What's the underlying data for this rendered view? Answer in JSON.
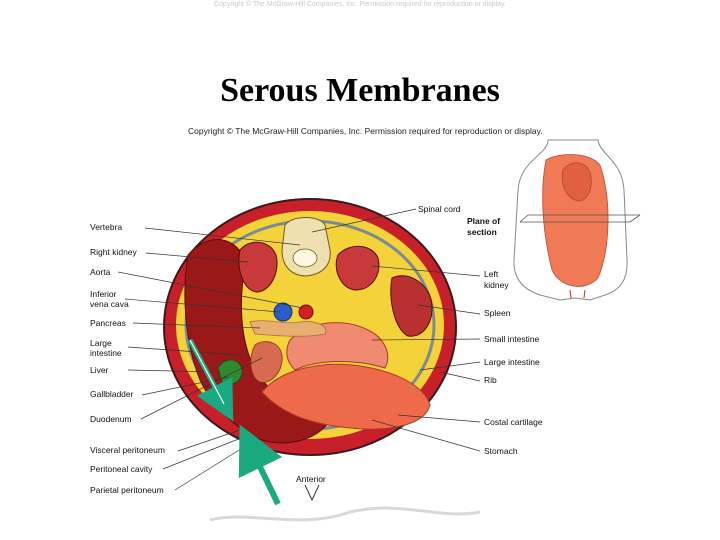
{
  "header": {
    "copyright_top": "Copyright © The McGraw-Hill Companies, Inc. Permission required for reproduction or display.",
    "title": "Serous Membranes",
    "copyright_figure": "Copyright © The McGraw-Hill Companies, Inc. Permission required for reproduction or display."
  },
  "labels_left": [
    "Vertebra",
    "Right kidney",
    "Aorta",
    "Inferior",
    "vena cava",
    "Pancreas",
    "Large",
    "intestine",
    "Liver",
    "Gallbladder",
    "Duodenum",
    "Visceral peritoneum",
    "Peritoneal cavity",
    "Parietal peritoneum"
  ],
  "labels_right": [
    "Spinal cord",
    "Plane of",
    "section",
    "Left",
    "kidney",
    "Spleen",
    "Small intestine",
    "Large intestine",
    "Rib",
    "Costal cartilage",
    "Stomach"
  ],
  "labels_bottom": {
    "anterior": "Anterior"
  },
  "colors": {
    "body_wall": "#c8202a",
    "fat": "#f4d23a",
    "liver": "#9a1818",
    "stomach": "#ef6a4a",
    "peritoneum": "#7a8a96",
    "arrow": "#1aaa80"
  },
  "icons": [
    "teal-arrow-visceral",
    "teal-arrow-parietal",
    "torso-inset-figure"
  ]
}
